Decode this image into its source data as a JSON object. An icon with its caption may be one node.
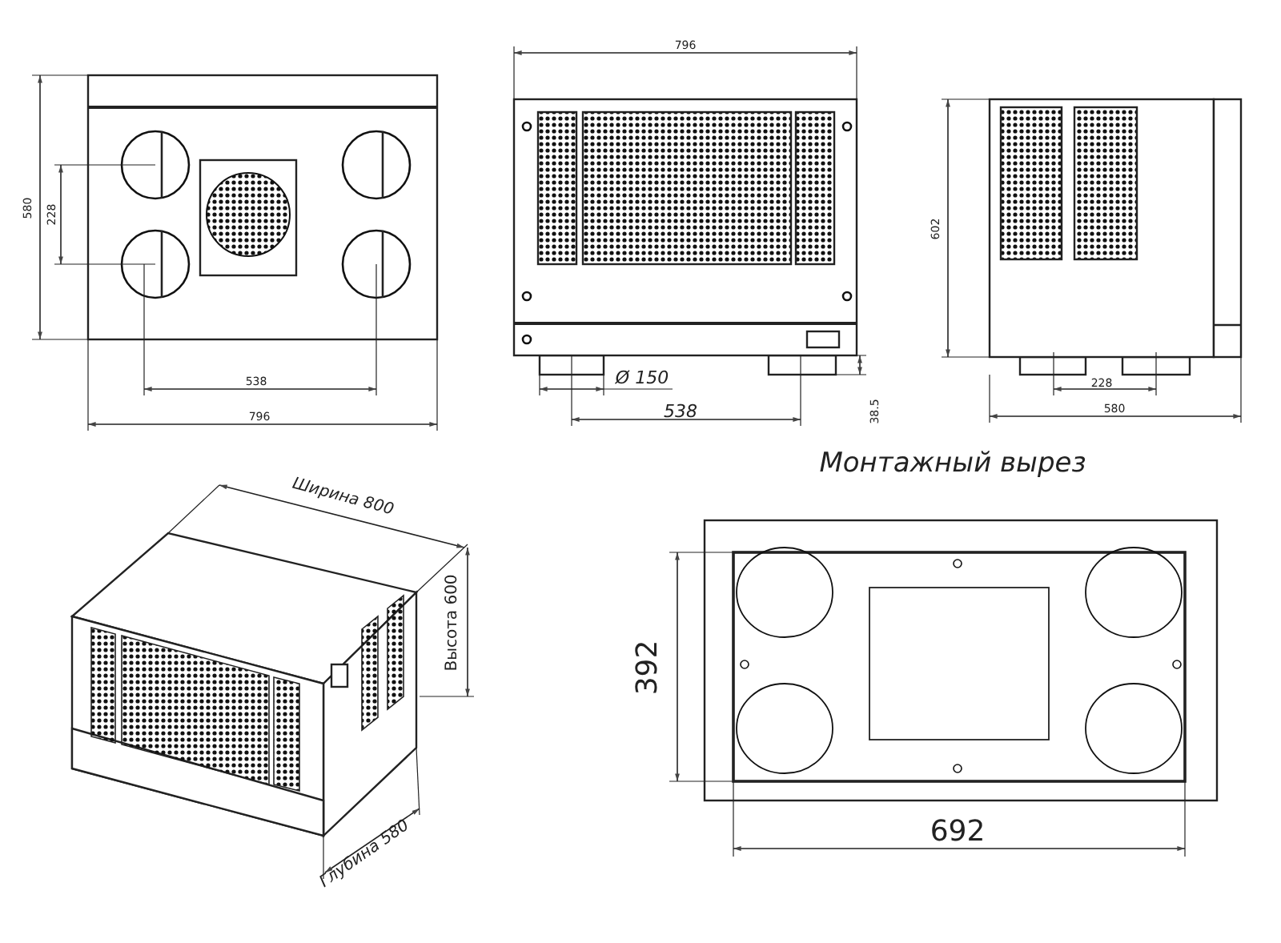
{
  "diagram": {
    "labels": [
      "580",
      "228",
      "538",
      "796",
      "796",
      "Ø 150",
      "538",
      "38.5",
      "602",
      "228",
      "580",
      "Ширина 800",
      "Высота 600",
      "Глубина 580",
      "Монтажный вырез",
      "392",
      "692"
    ]
  }
}
